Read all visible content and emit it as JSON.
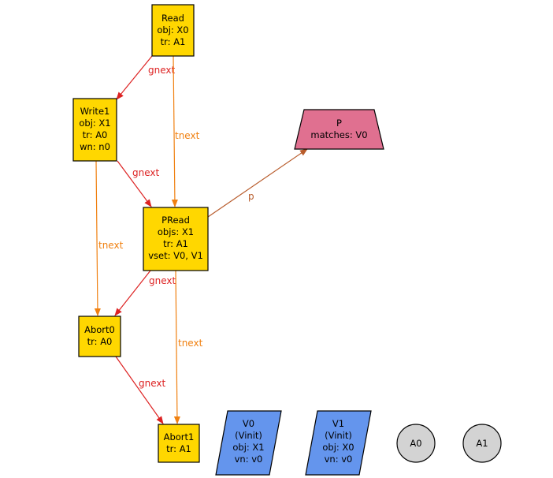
{
  "colors": {
    "txn_fill": "#ffd700",
    "pred_fill": "#e07090",
    "version_fill": "#6495ed",
    "agent_fill": "#d3d3d3",
    "gnext": "#dd2222",
    "tnext": "#f08010",
    "p": "#b85c2c"
  },
  "nodes": {
    "read": {
      "lines": [
        "Read",
        "obj: X0",
        "tr: A1"
      ]
    },
    "write1": {
      "lines": [
        "Write1",
        "obj: X1",
        "tr: A0",
        "wn: n0"
      ]
    },
    "pred": {
      "lines": [
        "P",
        "matches: V0"
      ]
    },
    "pread": {
      "lines": [
        "PRead",
        "objs: X1",
        "tr: A1",
        "vset: V0, V1"
      ]
    },
    "abort0": {
      "lines": [
        "Abort0",
        "tr: A0"
      ]
    },
    "abort1": {
      "lines": [
        "Abort1",
        "tr: A1"
      ]
    },
    "v0": {
      "lines": [
        "V0",
        "(Vinit)",
        "obj: X1",
        "vn: v0"
      ]
    },
    "v1": {
      "lines": [
        "V1",
        "(Vinit)",
        "obj: X0",
        "vn: v0"
      ]
    },
    "a0": {
      "lines": [
        "A0"
      ]
    },
    "a1": {
      "lines": [
        "A1"
      ]
    }
  },
  "edges": {
    "read_write1": {
      "label": "gnext",
      "kind": "gnext"
    },
    "read_pread": {
      "label": "tnext",
      "kind": "tnext"
    },
    "write1_pread": {
      "label": "gnext",
      "kind": "gnext"
    },
    "write1_abort0": {
      "label": "tnext",
      "kind": "tnext"
    },
    "pread_pred": {
      "label": "p",
      "kind": "p"
    },
    "pread_abort0": {
      "label": "gnext",
      "kind": "gnext"
    },
    "pread_abort1": {
      "label": "tnext",
      "kind": "tnext"
    },
    "abort0_abort1": {
      "label": "gnext",
      "kind": "gnext"
    }
  }
}
